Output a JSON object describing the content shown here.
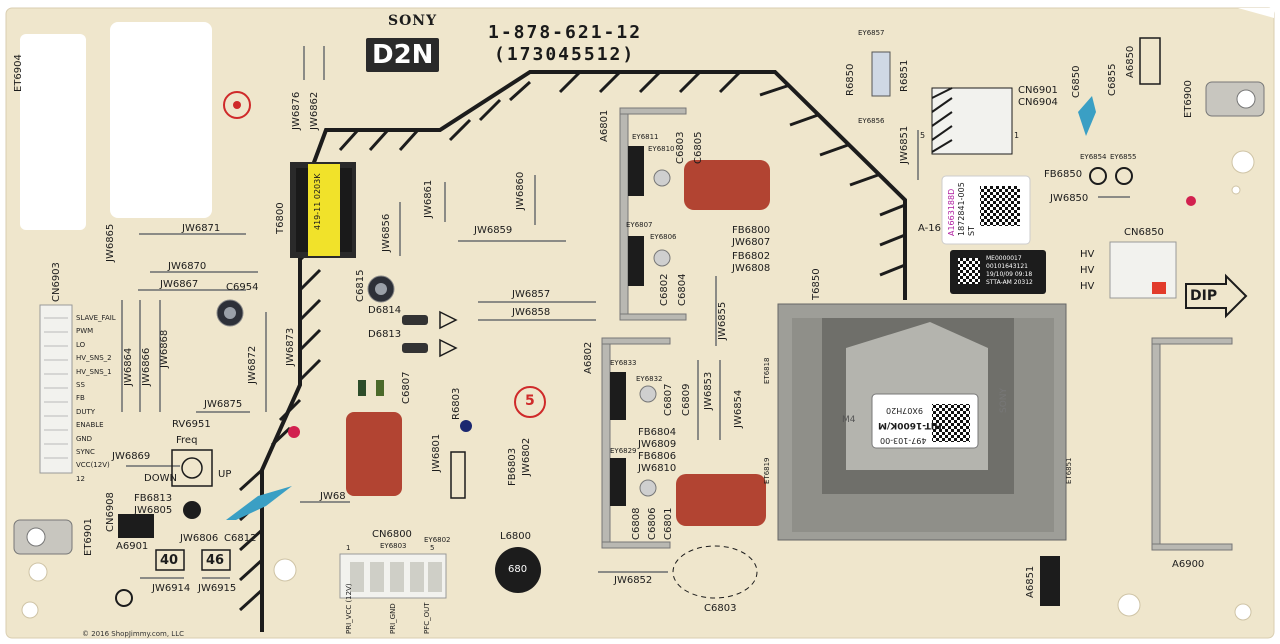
{
  "image": {
    "subject": "power inverter circuit board",
    "brand": "SONY",
    "logo": "D2N",
    "part_number": "1-878-621-12",
    "sub_number": "(173045512)",
    "copyright": "© 2016 ShopJimmy.com, LLC"
  },
  "labels": {
    "et6904": "ET6904",
    "jw6876": "JW6876",
    "jw6862": "JW6862",
    "t6800": "T6800",
    "trafo_marking": "419-11 0203K",
    "jw6865": "JW6865",
    "jw6871": "JW6871",
    "jw6856": "JW6856",
    "jw6861": "JW6861",
    "jw6860": "JW6860",
    "jw6859": "JW6859",
    "jw6870": "JW6870",
    "jw6867": "JW6867",
    "c6954": "C6954",
    "c6815": "C6815",
    "cn6903": "CN6903",
    "d6814": "D6814",
    "d6813": "D6813",
    "jw6857": "JW6857",
    "jw6858": "JW6858",
    "jw6864": "JW6864",
    "jw6866": "JW6866",
    "jw6868": "JW6868",
    "jw6872": "JW6872",
    "jw6873": "JW6873",
    "jw6875": "JW6875",
    "rv6951": "RV6951",
    "freq": "Freq",
    "down": "DOWN",
    "up": "UP",
    "jw6869": "JW6869",
    "c6807": "C6807",
    "r6803": "R6803",
    "jw6801": "JW6801",
    "fb6803": "FB6803",
    "jw6802": "JW6802",
    "jw68": "JW68",
    "cn6908": "CN6908",
    "fb6813": "FB6813",
    "jw6805": "JW6805",
    "jw6806": "JW6806",
    "c6812": "C6812",
    "a6901": "A6901",
    "et6901": "ET6901",
    "n40": "40",
    "n46": "46",
    "jw6914": "JW6914",
    "jw6915": "JW6915",
    "cn6800": "CN6800",
    "ey6803": "EY6803",
    "ey6802": "EY6802",
    "pin1": "1",
    "pin5": "5",
    "pri_vcc": "PRI_VCC (12V)",
    "pri_gnd": "PRI_GND",
    "pfc_out": "PFC_OUT",
    "l6800": "L6800",
    "l6800_marking": "680",
    "jw6852": "JW6852",
    "c6803": "C6803",
    "a6801": "A6801",
    "ey6811": "EY6811",
    "ey6810": "EY6810",
    "c6803v": "C6803",
    "c6805": "C6805",
    "ey6807": "EY6807",
    "ey6806": "EY6806",
    "fb6800": "FB6800",
    "jw6807": "JW6807",
    "fb6802": "FB6802",
    "jw6808": "JW6808",
    "c6802": "C6802",
    "c6804": "C6804",
    "jw6855": "JW6855",
    "a6802": "A6802",
    "ey6833": "EY6833",
    "ey6832": "EY6832",
    "c6807b": "C6807",
    "c6809": "C6809",
    "jw6853": "JW6853",
    "jw6854": "JW6854",
    "fb6804": "FB6804",
    "jw6809": "JW6809",
    "fb6806": "FB6806",
    "jw6810": "JW6810",
    "ey6829": "EY6829",
    "c6808": "C6808",
    "c6806": "C6806",
    "c6801": "C6801",
    "ey6857": "EY6857",
    "ey6856": "EY6856",
    "r6850": "R6850",
    "r6851": "R6851",
    "jw6851": "JW6851",
    "cn6901": "CN6901",
    "cn6904": "CN6904",
    "pin5b": "5",
    "pin1b": "1",
    "c6850": "C6850",
    "c6855": "C6855",
    "a6850": "A6850",
    "et6900": "ET6900",
    "ey6854": "EY6854",
    "ey6855": "EY6855",
    "fb6850": "FB6850",
    "jw6850": "JW6850",
    "cn6850": "CN6850",
    "hv1": "HV",
    "hv2": "HV",
    "hv3": "HV",
    "dip": "DIP",
    "t6850": "T6850",
    "a16": "A-16",
    "sticker_code": "A1663188D",
    "sticker_sub": "1872841-005",
    "sticker_st": "ST",
    "qr_line1": "ME0000017",
    "qr_line2": "00101643121",
    "qr_line3": "19/10/09 09:18",
    "qr_line4": "STTA-AM 20312",
    "trafo_label1": "HIT-1600K/M",
    "trafo_label2": "9X07H20",
    "trafo_label3": "497-103-00",
    "trafo_sony": "SONY",
    "trafo_m": "M4",
    "et6818": "ET6818",
    "et6819": "ET6819",
    "et6851": "ET6851",
    "a6851": "A6851",
    "a6900": "A6900",
    "circle5": "5"
  },
  "cn6903_pins": [
    "SLAVE_FAIL",
    "PWM",
    "LO",
    "HV_SNS_2",
    "HV_SNS_1",
    "SS",
    "FB",
    "DUTY",
    "ENABLE",
    "GND",
    "SYNC",
    "VCC(12V)",
    "12"
  ],
  "colors": {
    "board": "#efe6cc",
    "silkscreen": "#1c1c1c",
    "film_cap": "#b24432",
    "trafo_yellow": "#f1e22a",
    "heatsink": "#b9b8b2",
    "connector": "#f2f2ee",
    "clip_blue": "#3a9fc4",
    "marker_red": "#d2214f",
    "marker_blue": "#1b2870",
    "stamp_red": "#cf2a2a"
  }
}
